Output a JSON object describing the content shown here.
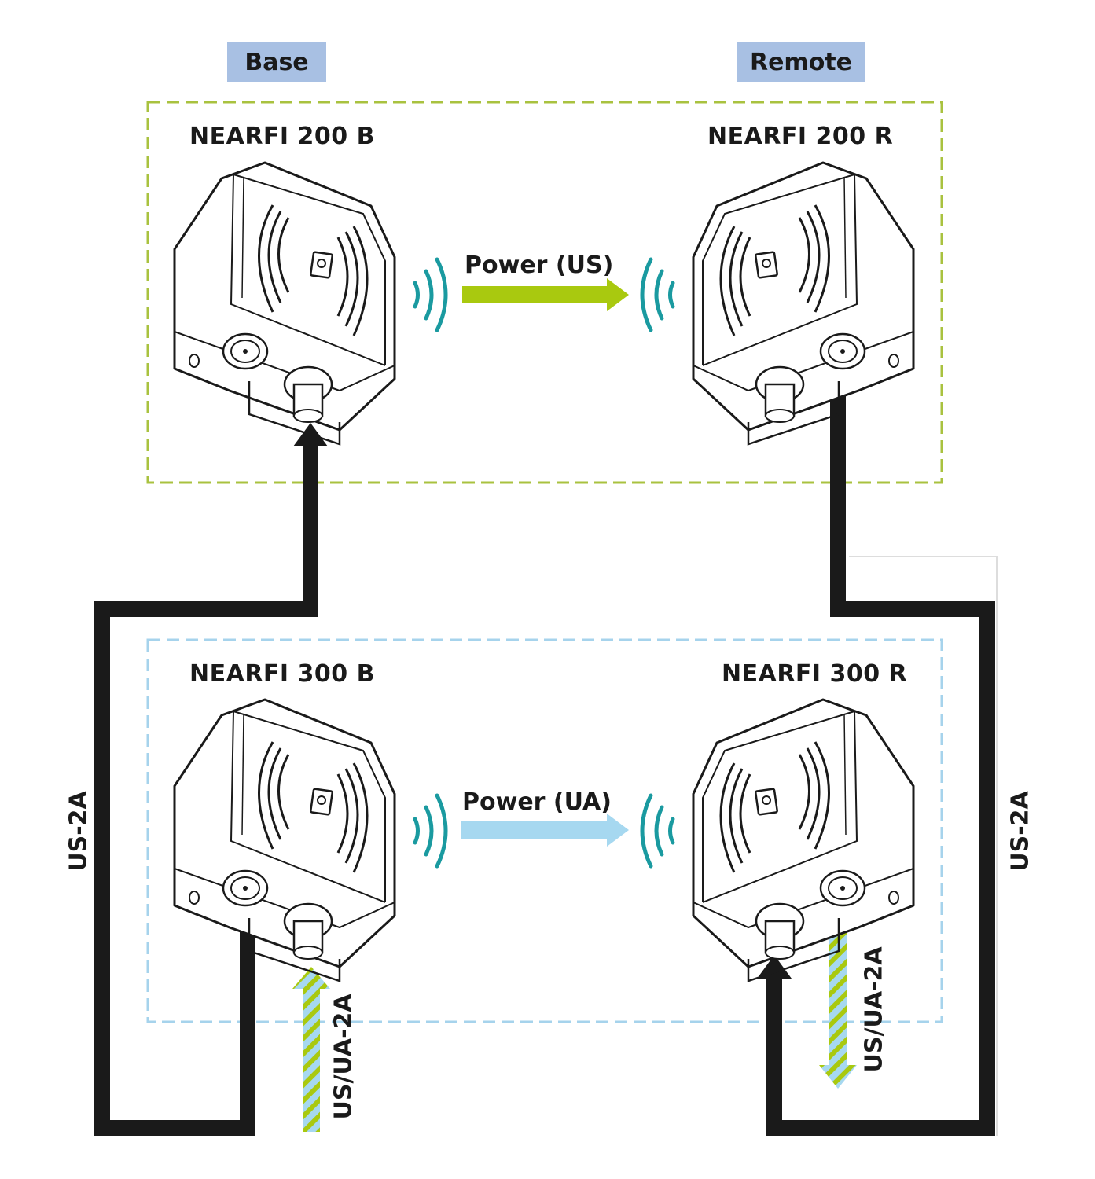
{
  "labels": {
    "base": "Base",
    "remote": "Remote"
  },
  "devices": {
    "top_left": "NEARFI 200 B",
    "top_right": "NEARFI 200 R",
    "bottom_left": "NEARFI 300 B",
    "bottom_right": "NEARFI 300 R"
  },
  "links": {
    "power_top": "Power (US)",
    "power_bottom": "Power (UA)"
  },
  "cables": {
    "left_outer": "US-2A",
    "right_outer": "US-2A",
    "bottom_left_hatched": "US/UA-2A",
    "bottom_right_hatched": "US/UA-2A"
  },
  "colors": {
    "header_fill": "#a8c0e3",
    "us_group_border": "#a9c23f",
    "ua_group_border": "#a6d3ec",
    "us_arrow": "#a9c90f",
    "ua_arrow": "#a6d8f0",
    "wave": "#1a9aa0",
    "cable": "#1a1a1a"
  }
}
